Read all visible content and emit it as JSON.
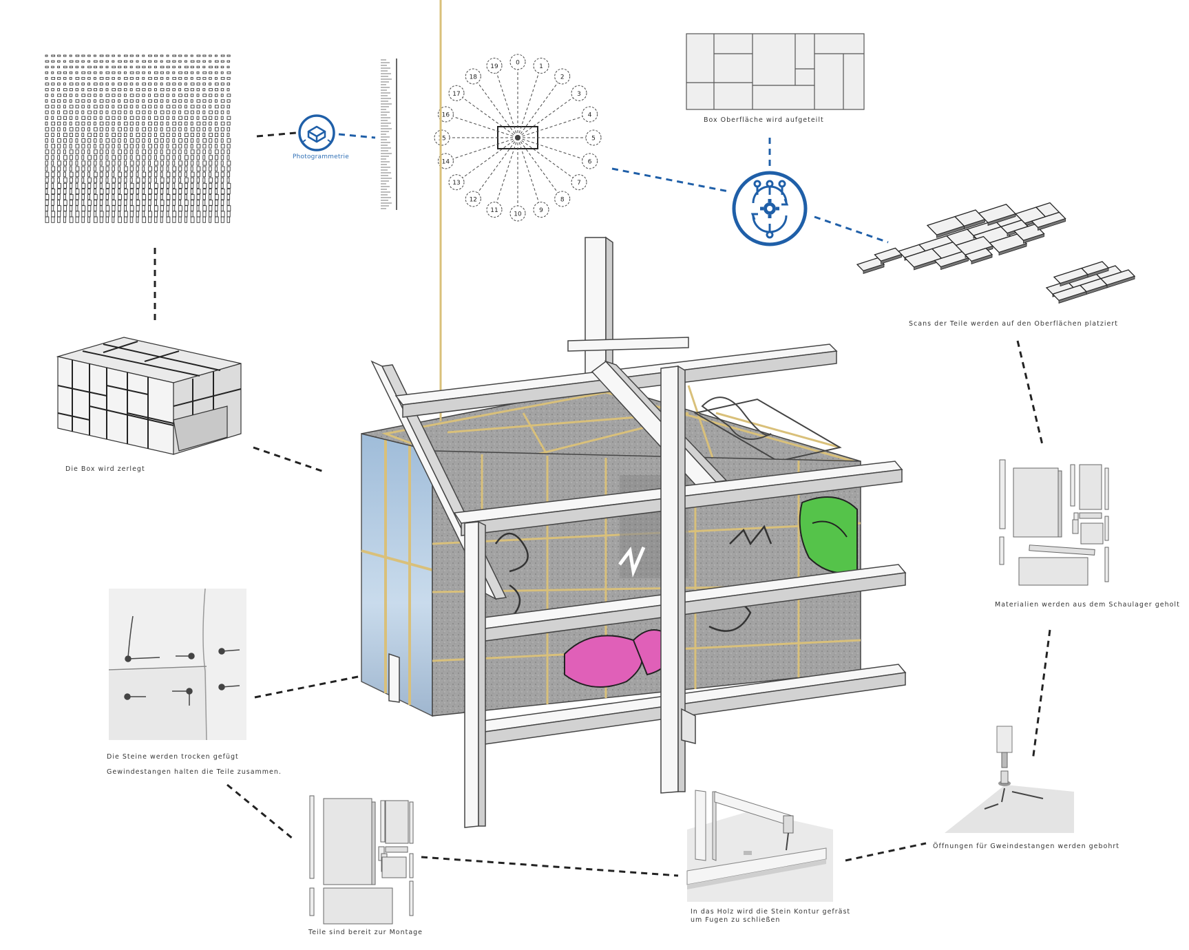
{
  "diagram": {
    "photogrammetry_label": "Photogrammetrie",
    "steps": [
      {
        "id": "box-surface-split",
        "text": "Box Oberfläche wird aufgeteilt"
      },
      {
        "id": "scans-placed",
        "text": "Scans der Teile werden auf den Oberflächen platziert"
      },
      {
        "id": "box-disassembled",
        "text": "Die Box wird zerlegt"
      },
      {
        "id": "materials-fetched",
        "text": "Materialien werden aus dem Schaulager geholt"
      },
      {
        "id": "stones-dry-joined",
        "text": "Die Steine werden trocken gefügt"
      },
      {
        "id": "rods-hold",
        "text": "Gewindestangen halten die Teile zusammen."
      },
      {
        "id": "holes-drilled",
        "text": "Öffnungen für Gweindestangen werden gebohrt"
      },
      {
        "id": "parts-ready",
        "text": "Teile sind bereit zur Montage"
      },
      {
        "id": "wood-milled",
        "lines": [
          "In das Holz wird die Stein Kontur gefräst",
          "um Fugen zu schließen"
        ]
      }
    ],
    "camera_positions": [
      "0",
      "1",
      "2",
      "3",
      "4",
      "5",
      "6",
      "7",
      "8",
      "9",
      "10",
      "11",
      "12",
      "13",
      "14",
      "15",
      "16",
      "17",
      "18",
      "19"
    ],
    "colors": {
      "accent_blue": "#1f5fa8",
      "graffiti_pink": "#e060b8",
      "graffiti_green": "#55c34a",
      "wood": "#d9c07a",
      "glass": "#a9c4de",
      "concrete": "#9a9a9a"
    }
  }
}
